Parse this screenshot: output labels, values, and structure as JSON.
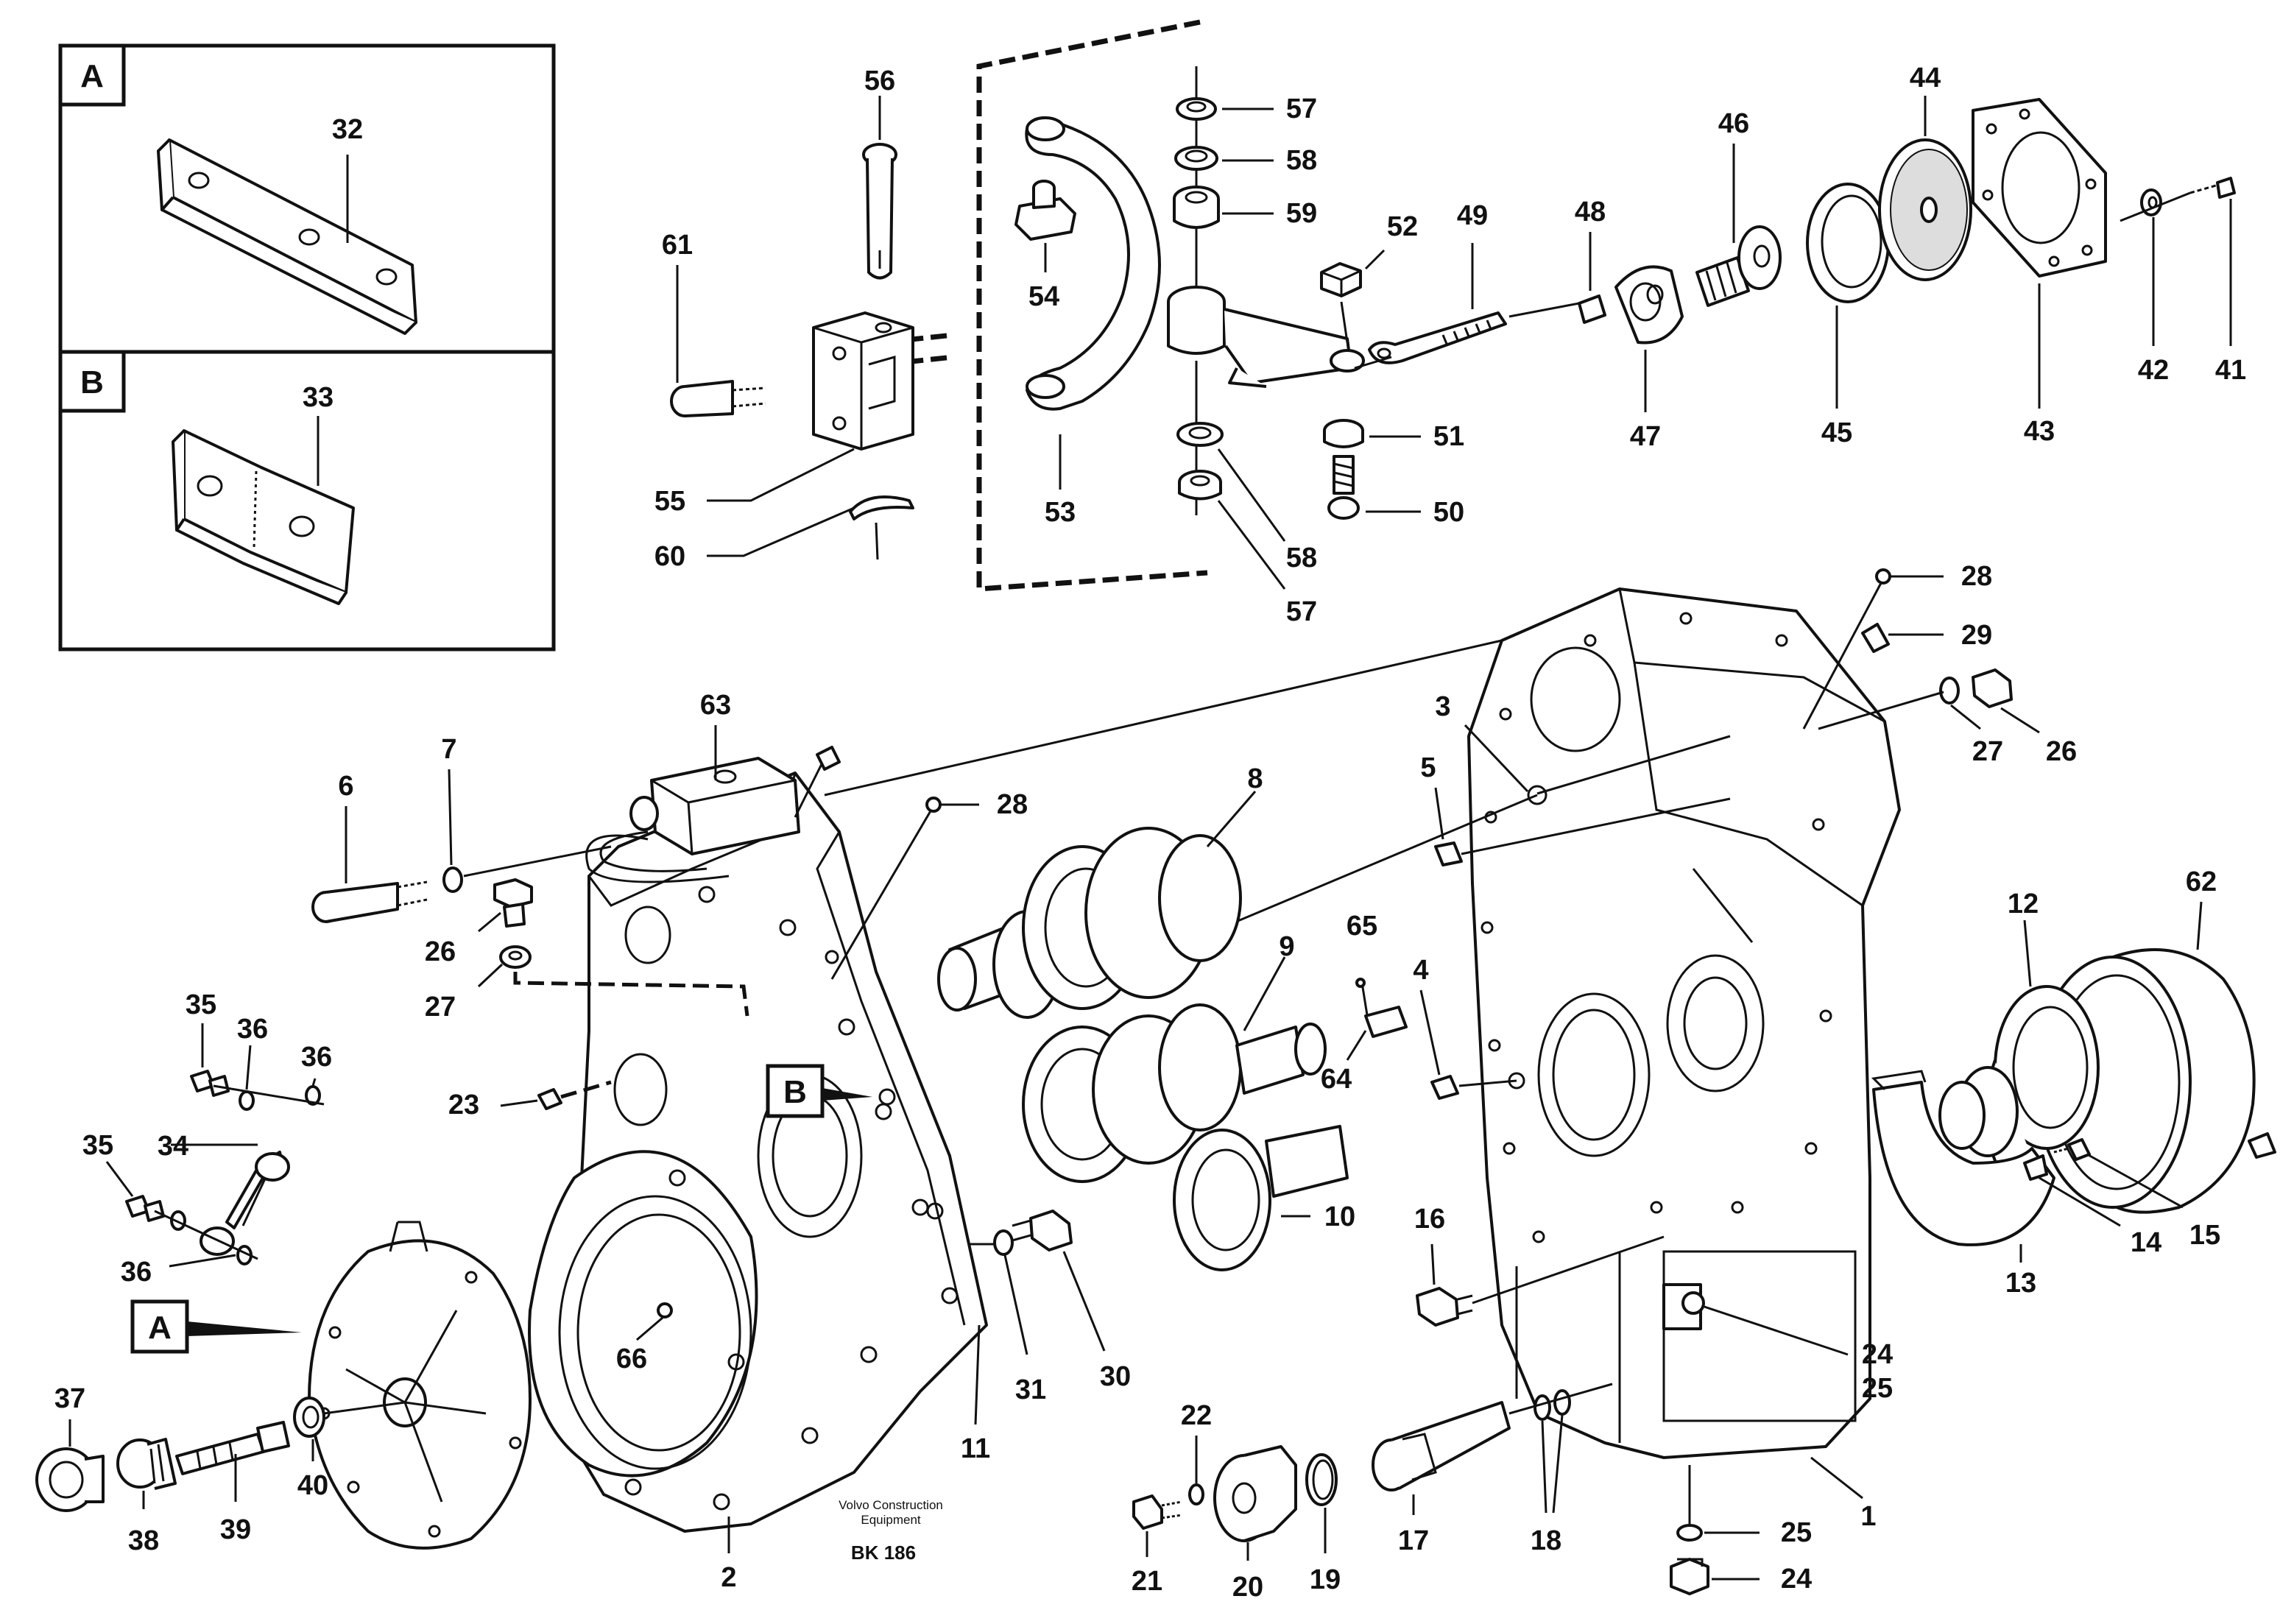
{
  "inset_boxes": [
    {
      "letter": "A",
      "part_number": "32"
    },
    {
      "letter": "B",
      "part_number": "33"
    }
  ],
  "callouts": {
    "c1": "1",
    "c2": "2",
    "c3": "3",
    "c4": "4",
    "c5": "5",
    "c6": "6",
    "c7": "7",
    "c8": "8",
    "c9": "9",
    "c10": "10",
    "c11": "11",
    "c12": "12",
    "c13": "13",
    "c14": "14",
    "c15": "15",
    "c16": "16",
    "c17": "17",
    "c18": "18",
    "c19": "19",
    "c20": "20",
    "c21": "21",
    "c22": "22",
    "c23": "23",
    "c24a": "24",
    "c24b": "24",
    "c25a": "25",
    "c25b": "25",
    "c26a": "26",
    "c26b": "26",
    "c27a": "27",
    "c27b": "27",
    "c28a": "28",
    "c28b": "28",
    "c29": "29",
    "c30": "30",
    "c31": "31",
    "c34": "34",
    "c35a": "35",
    "c35b": "35",
    "c36a": "36",
    "c36b": "36",
    "c36c": "36",
    "c37": "37",
    "c38": "38",
    "c39": "39",
    "c40": "40",
    "c41": "41",
    "c42": "42",
    "c43": "43",
    "c44": "44",
    "c45": "45",
    "c46": "46",
    "c47": "47",
    "c48": "48",
    "c49": "49",
    "c50": "50",
    "c51": "51",
    "c52": "52",
    "c53": "53",
    "c54": "54",
    "c55": "55",
    "c56": "56",
    "c57a": "57",
    "c57b": "57",
    "c58a": "58",
    "c58b": "58",
    "c59": "59",
    "c60": "60",
    "c61": "61",
    "c62": "62",
    "c63": "63",
    "c64": "64",
    "c65": "65",
    "c66": "66"
  },
  "view_markers": {
    "a": "A",
    "b": "B"
  },
  "caption": {
    "line1": "Volvo Construction",
    "line2": "Equipment",
    "code": "BK 186"
  }
}
